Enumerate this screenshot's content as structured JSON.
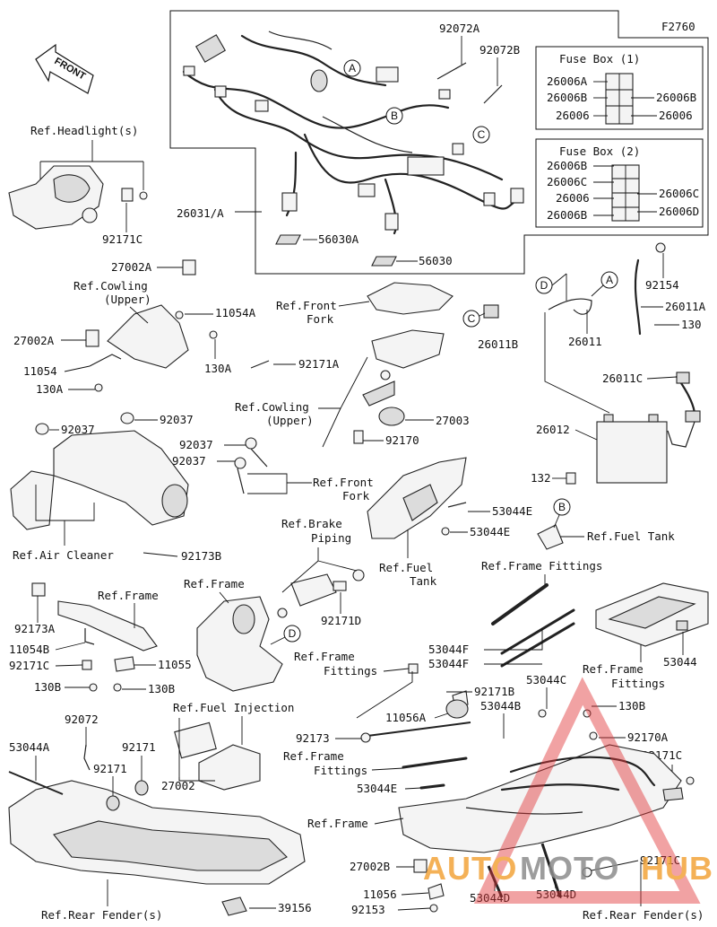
{
  "figure_code": "F2760",
  "front_label": "FRONT",
  "fuse_box_1": {
    "title": "Fuse Box (1)",
    "left": [
      "26006A",
      "26006B",
      "26006"
    ],
    "right": [
      "26006B",
      "26006"
    ]
  },
  "fuse_box_2": {
    "title": "Fuse Box (2)",
    "left": [
      "26006B",
      "26006C",
      "26006",
      "26006B"
    ],
    "right": [
      "26006C",
      "26006D"
    ]
  },
  "callout_letters": [
    "A",
    "B",
    "C",
    "D"
  ],
  "labels": {
    "p92072A": "92072A",
    "p92072B": "92072B",
    "p26031A": "26031/A",
    "p56030A": "56030A",
    "p56030": "56030",
    "ref_headlight": "Ref.Headlight(s)",
    "p92171C_a": "92171C",
    "p27002A_a": "27002A",
    "ref_cowling_upper_1": "Ref.Cowling",
    "ref_cowling_upper_1b": "(Upper)",
    "p11054A": "11054A",
    "p27002A_b": "27002A",
    "p11054": "11054",
    "p130A_a": "130A",
    "p130A_b": "130A",
    "ref_front_fork_1": "Ref.Front",
    "ref_front_fork_1b": "Fork",
    "p92171A": "92171A",
    "ref_cowling_upper_2": "Ref.Cowling",
    "ref_cowling_upper_2b": "(Upper)",
    "p27003": "27003",
    "p92170": "92170",
    "p26011B": "26011B",
    "p92154": "92154",
    "p26011A": "26011A",
    "p130_a": "130",
    "p26011": "26011",
    "p26011C": "26011C",
    "p26012": "26012",
    "p92037_a": "92037",
    "p92037_b": "92037",
    "p92037_c": "92037",
    "p92037_d": "92037",
    "ref_front_fork_2": "Ref.Front",
    "ref_front_fork_2b": "Fork",
    "p132": "132",
    "p53044E_a": "53044E",
    "p53044E_b": "53044E",
    "ref_fuel_tank_1": "Ref.Fuel",
    "ref_fuel_tank_1b": "Tank",
    "ref_fuel_tank_2": "Ref.Fuel Tank",
    "ref_air_cleaner": "Ref.Air Cleaner",
    "p92173B": "92173B",
    "ref_brake_piping": "Ref.Brake",
    "ref_brake_piping_b": "Piping",
    "ref_frame_fittings_1": "Ref.Frame Fittings",
    "ref_frame_1": "Ref.Frame",
    "ref_frame_2": "Ref.Frame",
    "p92173A": "92173A",
    "p11054B": "11054B",
    "p92171C_b": "92171C",
    "p11055": "11055",
    "p130B_a": "130B",
    "p130B_b": "130B",
    "p92171D": "92171D",
    "p53044F_a": "53044F",
    "p53044F_b": "53044F",
    "ref_frame_fittings_2": "Ref.Frame",
    "ref_frame_fittings_2b": "Fittings",
    "p53044_a": "53044",
    "ref_frame_fittings_3": "Ref.Frame",
    "ref_frame_fittings_3b": "Fittings",
    "p92171B": "92171B",
    "p11056A": "11056A",
    "p53044C": "53044C",
    "p53044B": "53044B",
    "p130B_c": "130B",
    "p92170A": "92170A",
    "p92171C_c": "92171C",
    "p92173": "92173",
    "ref_frame_fittings_4": "Ref.Frame",
    "ref_frame_fittings_4b": "Fittings",
    "p53044E_c": "53044E",
    "ref_fuel_injection": "Ref.Fuel Injection",
    "p92072": "92072",
    "p53044A": "53044A",
    "p92171_a": "92171",
    "p92171_b": "92171",
    "p27002": "27002",
    "ref_frame_3": "Ref.Frame",
    "p27002B": "27002B",
    "p11056": "11056",
    "p92153": "92153",
    "p53044D_a": "53044D",
    "p53044D_b": "53044D",
    "p92171C_d": "92171C",
    "ref_rear_fender_1": "Ref.Rear Fender(s)",
    "p39156": "39156",
    "ref_rear_fender_2": "Ref.Rear Fender(s)"
  },
  "watermark": {
    "part1": "AUTO",
    "part2": "MOTO",
    "part3": "HUB"
  },
  "colors": {
    "watermark_orange": "#f3a43a",
    "watermark_gray": "#8c8c8c",
    "watermark_red": "#e0383a"
  }
}
